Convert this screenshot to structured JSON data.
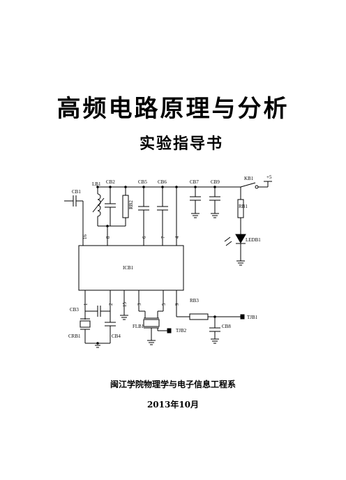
{
  "cover": {
    "title": "高频电路原理与分析",
    "subtitle": "实验指导书",
    "department": "闽江学院物理学与电子信息工程系",
    "date": "2013年10月"
  },
  "schematic": {
    "labels": {
      "cb1": "CB1",
      "lb1": "LB1",
      "cb2": "CB2",
      "rb2": "RB2",
      "cb5": "CB5",
      "cb6": "CB6",
      "cb7": "CB7",
      "cb9": "CB9",
      "kb1": "KB1",
      "plus5": "+5",
      "rb1": "RB1",
      "ledb1": "LEDB1",
      "icb1": "ICB1",
      "cb3": "CB3",
      "crb1": "CRB1",
      "cb4": "CB4",
      "flb1": "FLB1",
      "tjb2": "TJB2",
      "rb3": "RB3",
      "cb8": "CB8",
      "tjb1": "TJB1"
    },
    "pins": {
      "p16": "16",
      "p8": "8",
      "p6": "6",
      "p7": "7",
      "p4": "4",
      "p1": "1",
      "p2": "2",
      "p15": "15",
      "p3": "3",
      "p5": "5",
      "p9": "9"
    }
  }
}
